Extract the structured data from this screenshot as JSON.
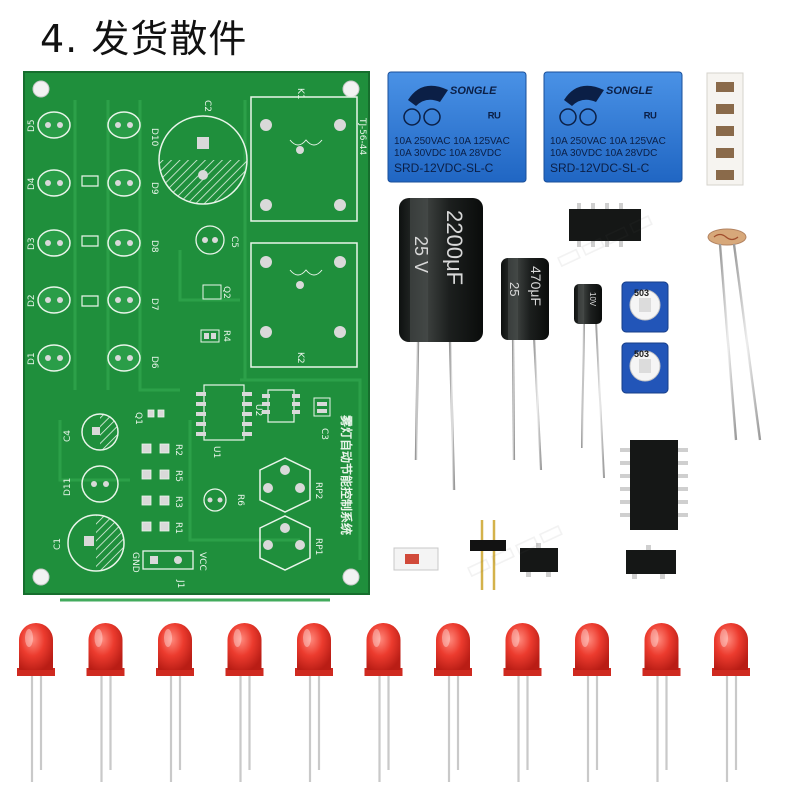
{
  "title": "4. 发货散件",
  "pcb": {
    "silkscreen_title": "雾灯自动节能控制系统",
    "model_code": "TJ-56-44",
    "labels": {
      "d5": "D5",
      "d4": "D4",
      "d3": "D3",
      "d2": "D2",
      "d1": "D1",
      "d10": "D10",
      "d9": "D9",
      "d8": "D8",
      "d7": "D7",
      "d6": "D6",
      "c2": "C2",
      "k1": "K1",
      "k2": "K2",
      "c5": "C5",
      "q2": "Q2",
      "r4": "R4",
      "c4": "C4",
      "d11": "D11",
      "c1": "C1",
      "q1": "Q1",
      "r2": "R2",
      "r5": "R5",
      "r3": "R3",
      "r1": "R1",
      "u1": "U1",
      "u2": "U2",
      "c3": "C3",
      "r6": "R6",
      "rp2": "RP2",
      "rp1": "RP1",
      "gnd": "GND",
      "vcc": "VCC",
      "j1": "J1"
    }
  },
  "relays": [
    {
      "brand": "SONGLE",
      "rating_line_1": "10A 250VAC 10A 125VAC",
      "rating_line_2": "10A  30VDC 10A  28VDC",
      "model": "SRD-12VDC-SL-C"
    },
    {
      "brand": "SONGLE",
      "rating_line_1": "10A 250VAC 10A 125VAC",
      "rating_line_2": "10A  30VDC 10A  28VDC",
      "model": "SRD-12VDC-SL-C"
    }
  ],
  "capacitors": {
    "large": {
      "value": "2200μF",
      "voltage": "25 V"
    },
    "medium": {
      "value": "470μF",
      "voltage": "25"
    },
    "small": {
      "value": "10V"
    }
  },
  "potentiometers": [
    {
      "code": "503"
    },
    {
      "code": "503"
    }
  ],
  "colors": {
    "pcb_green": "#1f8f3c",
    "relay_blue": "#2f7ad6",
    "led_red": "#e8352b",
    "capacitor_black": "#1c1f1e"
  }
}
